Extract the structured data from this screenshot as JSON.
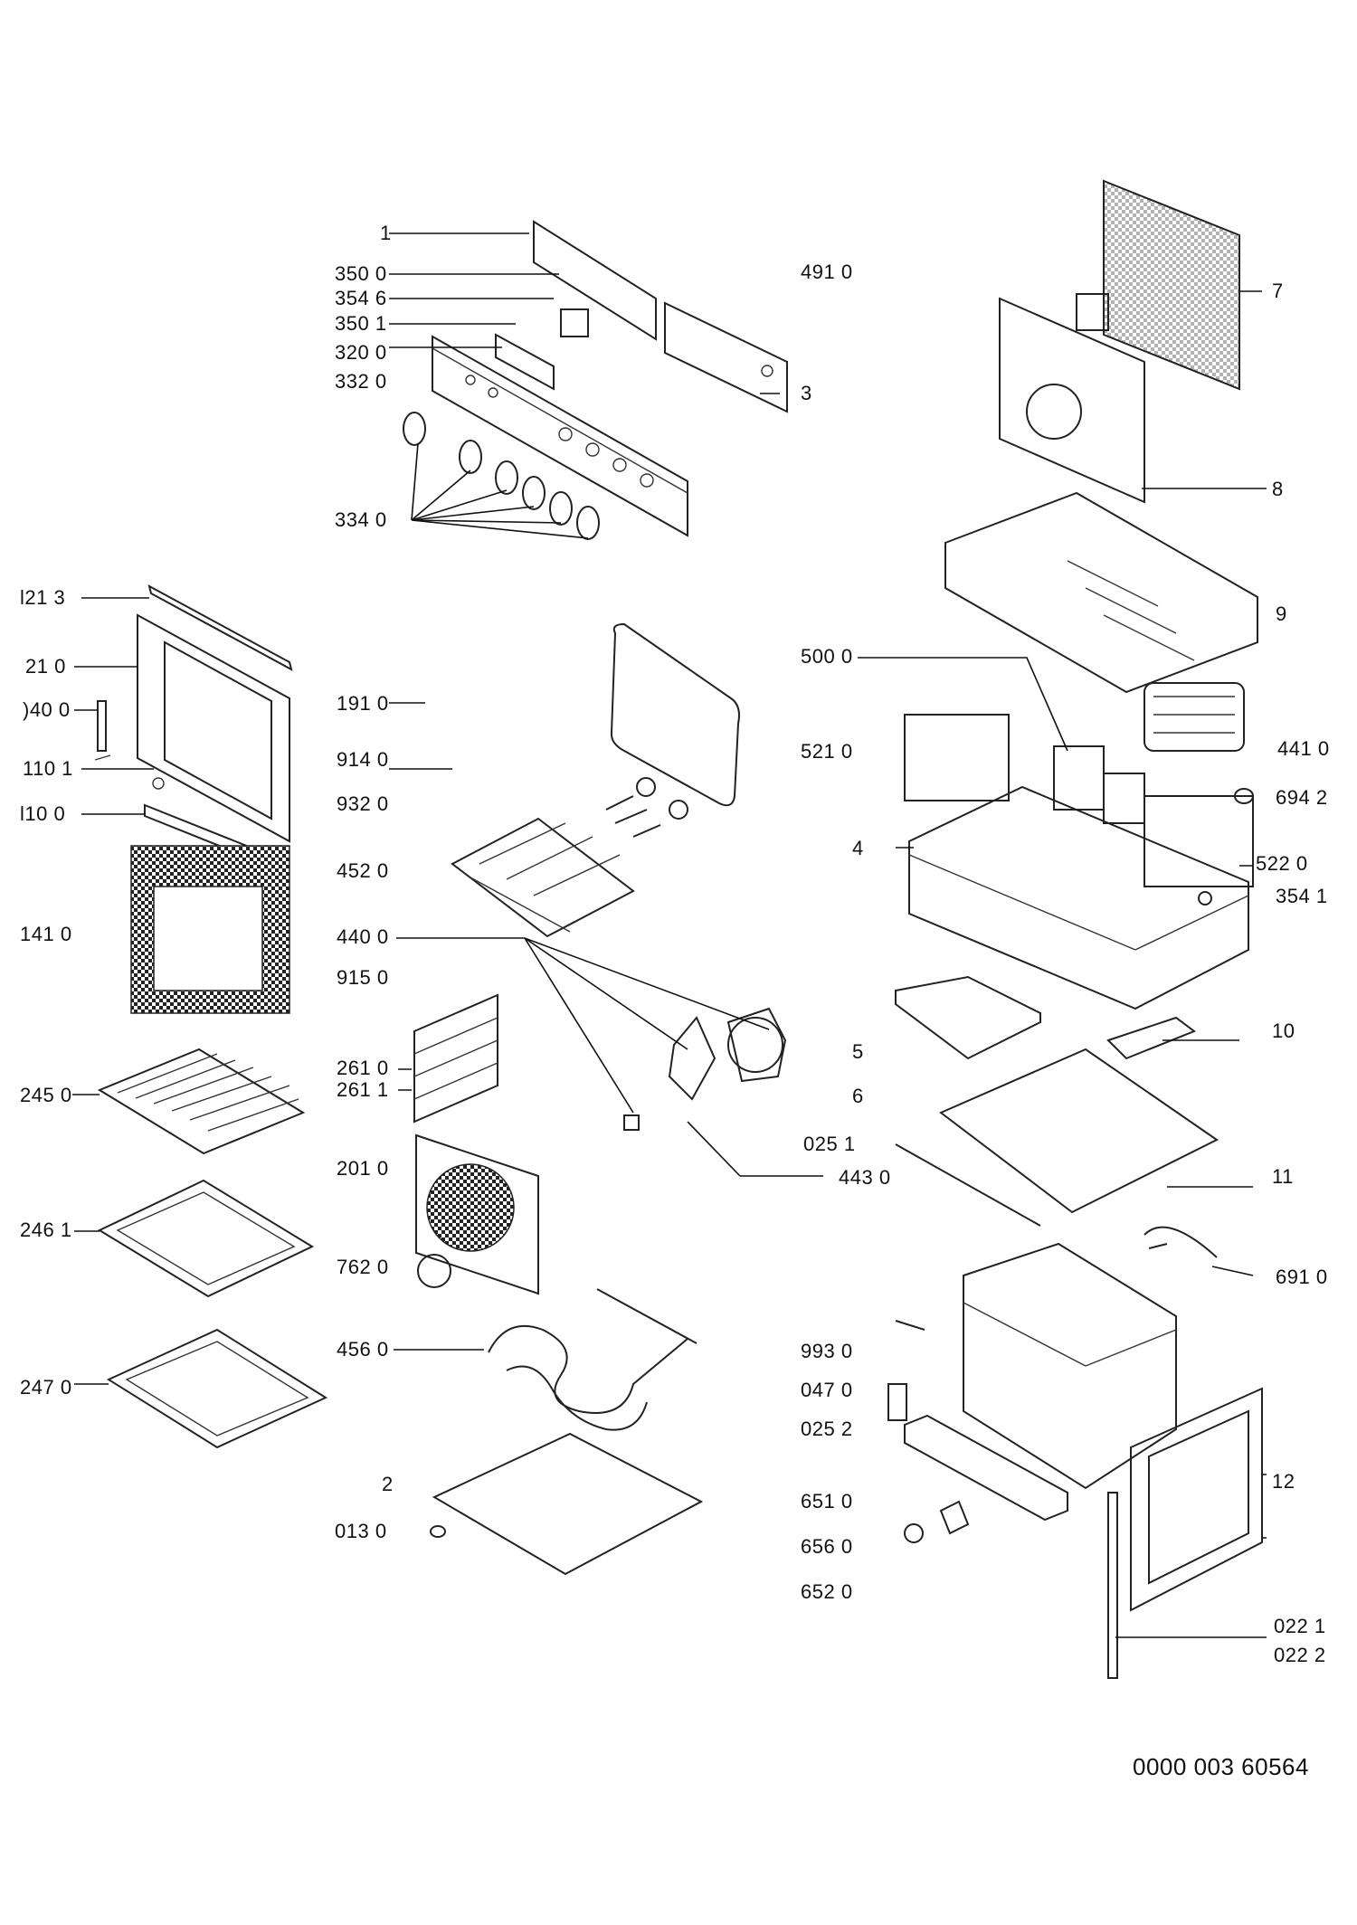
{
  "diagram": {
    "ref_code": "0000 003 60564",
    "labels": {
      "l1": "1",
      "l3500": "350 0",
      "l3546": "354 6",
      "l3501": "350 1",
      "l3200": "320 0",
      "l3320": "332 0",
      "l3340": "334 0",
      "l4910": "491 0",
      "l3": "3",
      "l7": "7",
      "l8": "8",
      "l9": "9",
      "l1213": "l21 3",
      "l210": "21 0",
      "l0400": ")40 0",
      "l1101": "110 1",
      "l1100": "l10 0",
      "l1410": "141 0",
      "l1910": "191 0",
      "l9140": "914 0",
      "l9320": "932 0",
      "l4520": "452 0",
      "l4400": "440 0",
      "l9150": "915 0",
      "l5000": "500 0",
      "l5210": "521 0",
      "l4410": "441 0",
      "l6942": "694 2",
      "l4": "4",
      "l5220": "522 0",
      "l3541": "354 1",
      "l2450": "245 0",
      "l2610": "261 0",
      "l2611": "261 1",
      "l5": "5",
      "l10": "10",
      "l6": "6",
      "l0251": "025 1",
      "l4430": "443 0",
      "l11": "11",
      "l2461": "246 1",
      "l2010": "201 0",
      "l7620": "762 0",
      "l6910": "691 0",
      "l4560": "456 0",
      "l9930": "993 0",
      "l0470": "047 0",
      "l0252": "025 2",
      "l2470": "247 0",
      "l2": "2",
      "l6510": "651 0",
      "l12": "12",
      "l0130": "013 0",
      "l6560": "656 0",
      "l6520": "652 0",
      "l0221": "022 1",
      "l0222": "022 2"
    }
  }
}
